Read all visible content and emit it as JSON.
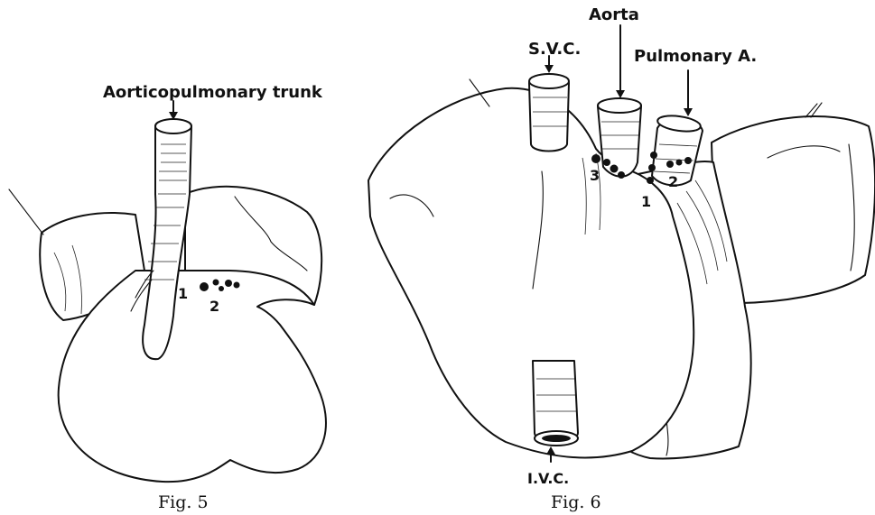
{
  "figures": [
    {
      "caption": "Fig. 5",
      "labels": {
        "vessel": "Aorticopulmonary trunk",
        "marker_1": "1",
        "marker_2": "2"
      }
    },
    {
      "caption": "Fig. 6",
      "labels": {
        "aorta": "Aorta",
        "svc": "S.V.C.",
        "pulmonary": "Pulmonary A.",
        "ivc": "I.V.C.",
        "marker_1": "1",
        "marker_2": "2",
        "marker_3": "3"
      }
    }
  ]
}
